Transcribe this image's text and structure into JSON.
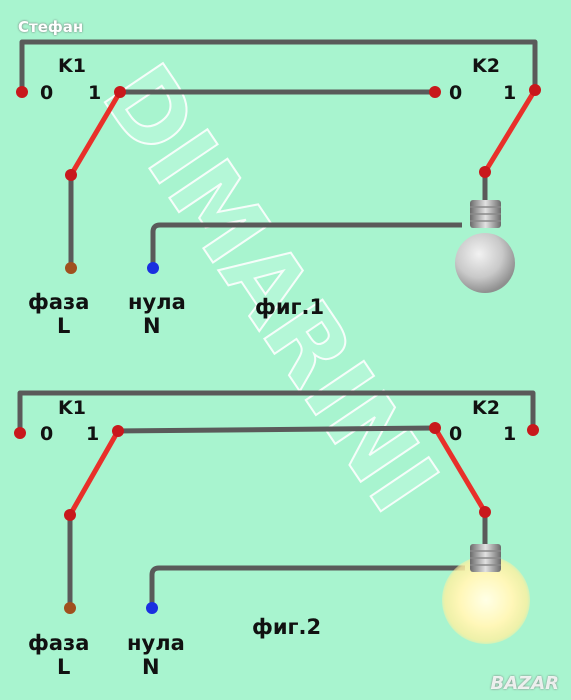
{
  "author": "Стефан",
  "watermark": "DIMARINI",
  "site": "BAZAR",
  "colors": {
    "background": "#a8f4cf",
    "wire": "#5a5a5a",
    "switch_arm": "#e8302a",
    "terminal": "#c8181c",
    "phase_terminal": "#a0501e",
    "neutral_terminal": "#1a2fe0",
    "bulb_off": "#cfcfcf",
    "bulb_on": "#fff6b0"
  },
  "figures": [
    {
      "id": "fig1",
      "caption": "фиг.1",
      "switch_1": {
        "name": "K1",
        "pos_0": "0",
        "pos_1": "1",
        "state": "1"
      },
      "switch_2": {
        "name": "K2",
        "pos_0": "0",
        "pos_1": "1",
        "state": "1"
      },
      "phase": {
        "name": "фаза",
        "symbol": "L"
      },
      "neutral": {
        "name": "нула",
        "symbol": "N"
      },
      "bulb_lit": false
    },
    {
      "id": "fig2",
      "caption": "фиг.2",
      "switch_1": {
        "name": "K1",
        "pos_0": "0",
        "pos_1": "1",
        "state": "1"
      },
      "switch_2": {
        "name": "K2",
        "pos_0": "0",
        "pos_1": "1",
        "state": "0"
      },
      "phase": {
        "name": "фаза",
        "symbol": "L"
      },
      "neutral": {
        "name": "нула",
        "symbol": "N"
      },
      "bulb_lit": true
    }
  ]
}
